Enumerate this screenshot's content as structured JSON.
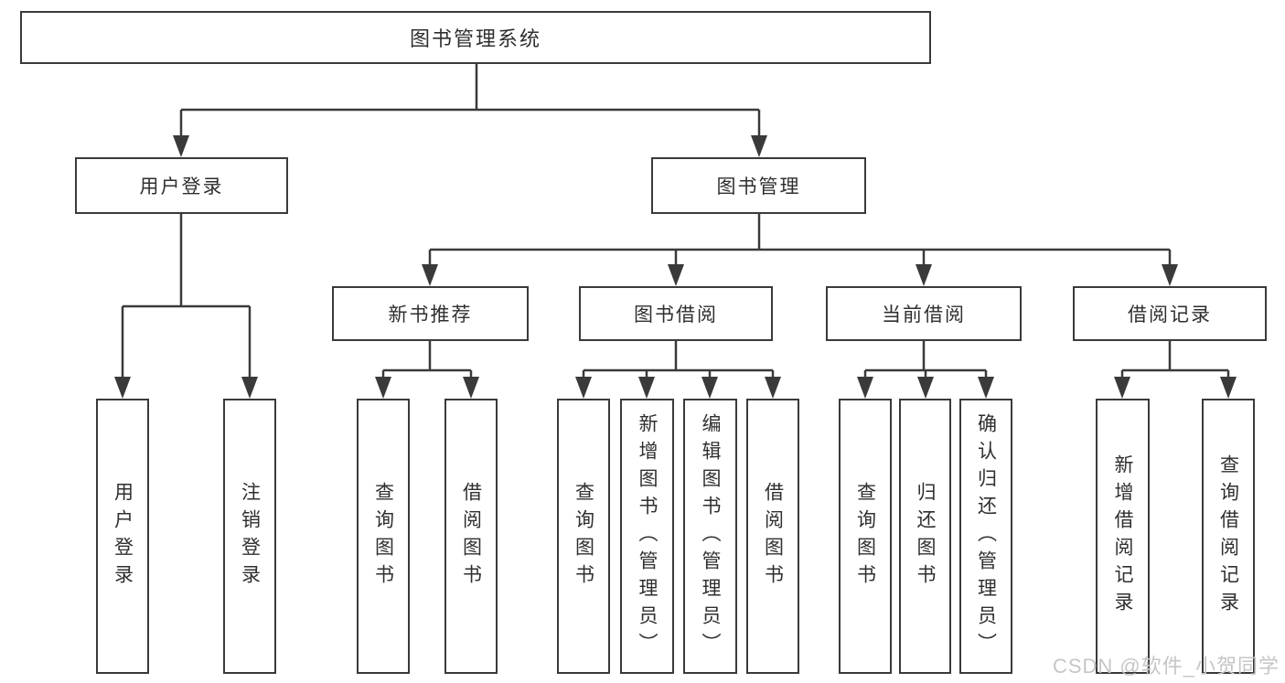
{
  "diagram": {
    "type": "hierarchy-tree",
    "root": {
      "label": "图书管理系统"
    },
    "branches": [
      {
        "label": "用户登录",
        "children": [
          {
            "label": "用户登录"
          },
          {
            "label": "注销登录"
          }
        ]
      },
      {
        "label": "图书管理",
        "children": [
          {
            "label": "新书推荐",
            "children": [
              {
                "label": "查询图书"
              },
              {
                "label": "借阅图书"
              }
            ]
          },
          {
            "label": "图书借阅",
            "children": [
              {
                "label": "查询图书"
              },
              {
                "label": "新增图书（管理员）"
              },
              {
                "label": "编辑图书（管理员）"
              },
              {
                "label": "借阅图书"
              }
            ]
          },
          {
            "label": "当前借阅",
            "children": [
              {
                "label": "查询图书"
              },
              {
                "label": "归还图书"
              },
              {
                "label": "确认归还（管理员）"
              }
            ]
          },
          {
            "label": "借阅记录",
            "children": [
              {
                "label": "新增借阅记录"
              },
              {
                "label": "查询借阅记录"
              }
            ]
          }
        ]
      }
    ]
  },
  "watermark": "CSDN @软件_小贺同学",
  "colors": {
    "line": "#3a3a3a",
    "text": "#2f2f2f",
    "background": "#ffffff",
    "watermark": "#c6c6c6"
  }
}
